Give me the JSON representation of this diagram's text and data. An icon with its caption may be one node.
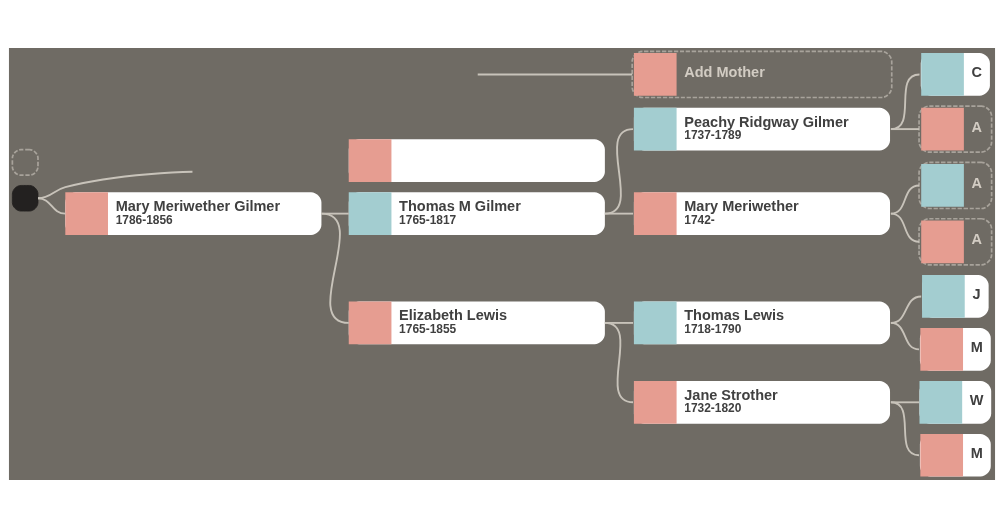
{
  "diagram": {
    "nodes": [
      {
        "text": [],
        "shape": "box"
      },
      {
        "text": [],
        "shape": "box"
      },
      {
        "text": [
          "Add Mother"
        ]
      },
      {
        "text": [],
        "shape": "box"
      },
      {
        "text": [
          "Peachy Ridgway Gilmer",
          "1737-1789"
        ]
      },
      {
        "text": [
          "C"
        ]
      },
      {
        "text": [
          "Thomas M Gilmer",
          "1765-1817"
        ]
      },
      {
        "text": [
          "A"
        ]
      },
      {
        "text": [
          "Mary Meriwether",
          "1742-"
        ]
      },
      {
        "text": [
          "A"
        ]
      },
      {
        "text": [
          "A"
        ]
      },
      {
        "text": [
          "Mary Meriwether Gilmer",
          "1786-1856"
        ]
      },
      {
        "text": [
          "Thomas Lewis",
          "1718-1790"
        ]
      },
      {
        "text": [
          "J"
        ]
      },
      {
        "text": [
          "M"
        ]
      },
      {
        "text": [
          "Elizabeth Lewis",
          "1765-1855"
        ]
      },
      {
        "text": [
          "Jane Strother",
          "1732-1820"
        ]
      },
      {
        "text": [
          "W"
        ]
      },
      {
        "text": [
          "M"
        ]
      }
    ],
    "edges": [
      {
        "from": 3,
        "to": null,
        "arrow": "none"
      },
      {
        "from": 3,
        "to": 11,
        "arrow": "none"
      },
      {
        "from": null,
        "to": 2,
        "arrow": "none"
      },
      {
        "from": 11,
        "to": 6,
        "arrow": "none"
      },
      {
        "from": 11,
        "to": 15,
        "arrow": "none"
      },
      {
        "from": 6,
        "to": 4,
        "arrow": "none"
      },
      {
        "from": 6,
        "to": 8,
        "arrow": "none"
      },
      {
        "from": 15,
        "to": 12,
        "arrow": "none"
      },
      {
        "from": 15,
        "to": 16,
        "arrow": "none"
      },
      {
        "from": 4,
        "to": 5,
        "arrow": "none"
      },
      {
        "from": 4,
        "to": 7,
        "arrow": "none"
      },
      {
        "from": 8,
        "to": 9,
        "arrow": "none"
      },
      {
        "from": 8,
        "to": 10,
        "arrow": "none"
      },
      {
        "from": 12,
        "to": 13,
        "arrow": "none"
      },
      {
        "from": 12,
        "to": 14,
        "arrow": "none"
      },
      {
        "from": 16,
        "to": 17,
        "arrow": "none"
      },
      {
        "from": 16,
        "to": 18,
        "arrow": "none"
      }
    ]
  }
}
